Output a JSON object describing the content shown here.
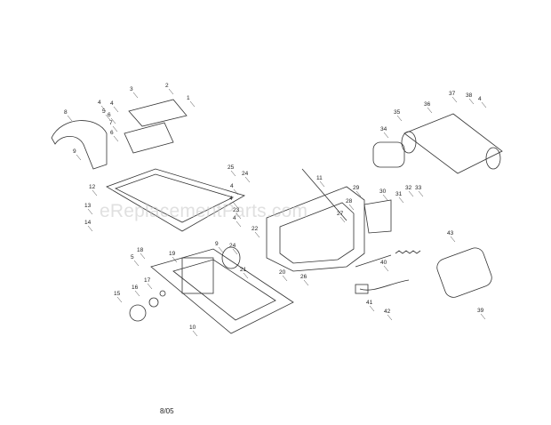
{
  "diagram": {
    "watermark": "eReplacementParts.com",
    "date_code": "8/05",
    "part_numbers": [
      "1",
      "2",
      "3",
      "4",
      "5",
      "6",
      "7",
      "8",
      "9",
      "10",
      "11",
      "12",
      "13",
      "14",
      "15",
      "16",
      "17",
      "18",
      "19",
      "20",
      "21",
      "22",
      "23",
      "24",
      "25",
      "26",
      "27",
      "28",
      "29",
      "30",
      "31",
      "32",
      "33",
      "34",
      "35",
      "36",
      "37",
      "38",
      "39",
      "40",
      "41",
      "42",
      "43"
    ],
    "extra_labels": [
      "4",
      "4",
      "4",
      "4",
      "6",
      "4",
      "24",
      "9",
      "5"
    ]
  }
}
